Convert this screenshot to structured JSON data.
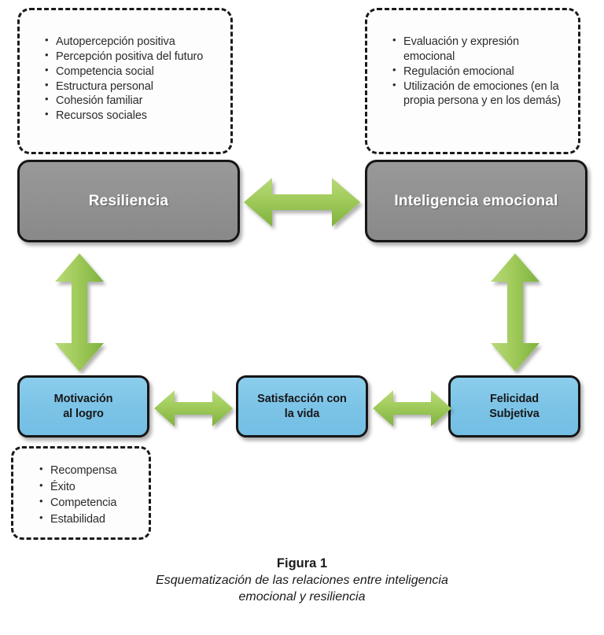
{
  "figure": {
    "caption_title": "Figura 1",
    "caption_subtitle_line1": "Esquematización de las relaciones entre inteligencia",
    "caption_subtitle_line2": "emocional y resiliencia"
  },
  "colors": {
    "concept_gray": "#929292",
    "concept_blue": "#7cc4e7",
    "arrow_green": "#9cc85a",
    "arrow_green_light": "#bcd97e",
    "arrow_green_dark": "#7aaf3f",
    "outline": "#161616",
    "text_dark": "#231f20",
    "text_light": "#ffffff",
    "background": "#ffffff"
  },
  "nodes": {
    "resiliencia": {
      "label": "Resiliencia",
      "traits": [
        "Autopercepción positiva",
        "Percepción positiva del futuro",
        "Competencia social",
        "Estructura personal",
        "Cohesión familiar",
        "Recursos sociales"
      ]
    },
    "inteligencia_emocional": {
      "label": "Inteligencia emocional",
      "traits": [
        "Evaluación y expresión emocional",
        "Regulación emocional",
        "Utilización de emociones (en la propia persona y en los demás)"
      ]
    },
    "motivacion_al_logro": {
      "label_line1": "Motivación",
      "label_line2": "al logro",
      "traits": [
        "Recompensa",
        "Éxito",
        "Competencia",
        "Estabilidad"
      ]
    },
    "satisfaccion_con_la_vida": {
      "label_line1": "Satisfacción con",
      "label_line2": "la vida"
    },
    "felicidad_subjetiva": {
      "label_line1": "Felicidad",
      "label_line2": "Subjetiva"
    }
  },
  "connections": [
    {
      "id": "resiliencia-inteligencia-emocional",
      "from": "resiliencia",
      "to": "inteligencia_emocional",
      "direction": "bidirectional",
      "orientation": "horizontal"
    },
    {
      "id": "motivacion-resiliencia",
      "from": "motivacion_al_logro",
      "to": "resiliencia",
      "direction": "bidirectional",
      "orientation": "vertical"
    },
    {
      "id": "felicidad-inteligencia-emocional",
      "from": "felicidad_subjetiva",
      "to": "inteligencia_emocional",
      "direction": "bidirectional",
      "orientation": "vertical"
    },
    {
      "id": "motivacion-satisfaccion",
      "from": "motivacion_al_logro",
      "to": "satisfaccion_con_la_vida",
      "direction": "bidirectional",
      "orientation": "horizontal"
    },
    {
      "id": "satisfaccion-felicidad",
      "from": "satisfaccion_con_la_vida",
      "to": "felicidad_subjetiva",
      "direction": "bidirectional",
      "orientation": "horizontal"
    }
  ]
}
